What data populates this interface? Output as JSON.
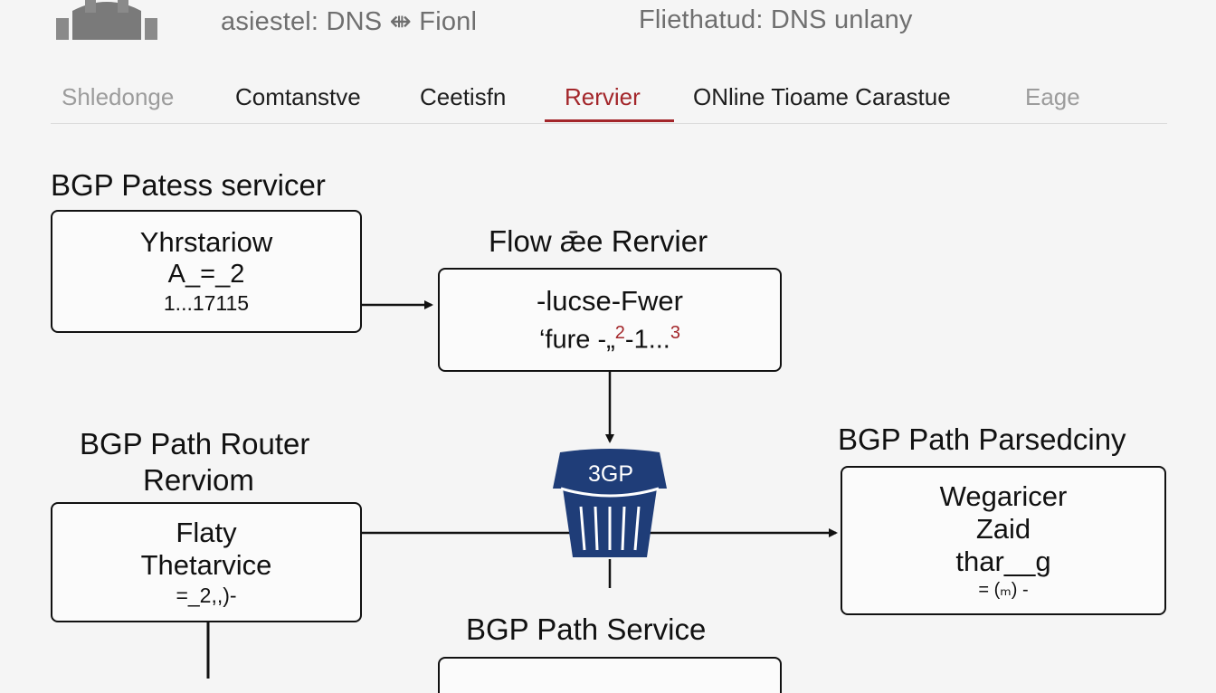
{
  "header": {
    "left_title": "asiestel: DNS ⇼ Fionl",
    "right_title": "Fliethatud: DNS unlany"
  },
  "tabs": [
    {
      "label": "Shledonge",
      "state": "dim"
    },
    {
      "label": "Comtanstve",
      "state": "normal"
    },
    {
      "label": "Ceetisfn",
      "state": "normal"
    },
    {
      "label": "Rervier",
      "state": "active"
    },
    {
      "label": "ONline Tioame Carastue",
      "state": "normal"
    },
    {
      "label": "Eage",
      "state": "dim"
    }
  ],
  "diagram": {
    "top_left": {
      "title": "BGP Patess servicer",
      "line1": "Yhrstariow",
      "line2": "A_=_2",
      "line3": "1...17115"
    },
    "center": {
      "title": "Flow ǣe Rervier",
      "line1": "-lucse-Fwer",
      "line2_prefix": "‘fure -„",
      "line2_red_a": "2",
      "line2_mid": "-1...",
      "line2_red_b": "3"
    },
    "hub": {
      "label": "3GP",
      "icon": "basket-icon"
    },
    "bottom_left": {
      "title_line1": "BGP Path Router",
      "title_line2": "Rerviom",
      "line1": "Flaty",
      "line2": "Thetarvice",
      "line3": "=_2,,)-"
    },
    "right": {
      "title": "BGP Path Parsedciny",
      "line1": "Wegaricer",
      "line2": "Zaid",
      "line3": "thar__g",
      "line4": "= (ₘ) -"
    },
    "bottom_center": {
      "title": "BGP Path Service"
    }
  },
  "colors": {
    "accent": "#a3262a",
    "hub": "#1f3d78",
    "stroke": "#111111"
  }
}
